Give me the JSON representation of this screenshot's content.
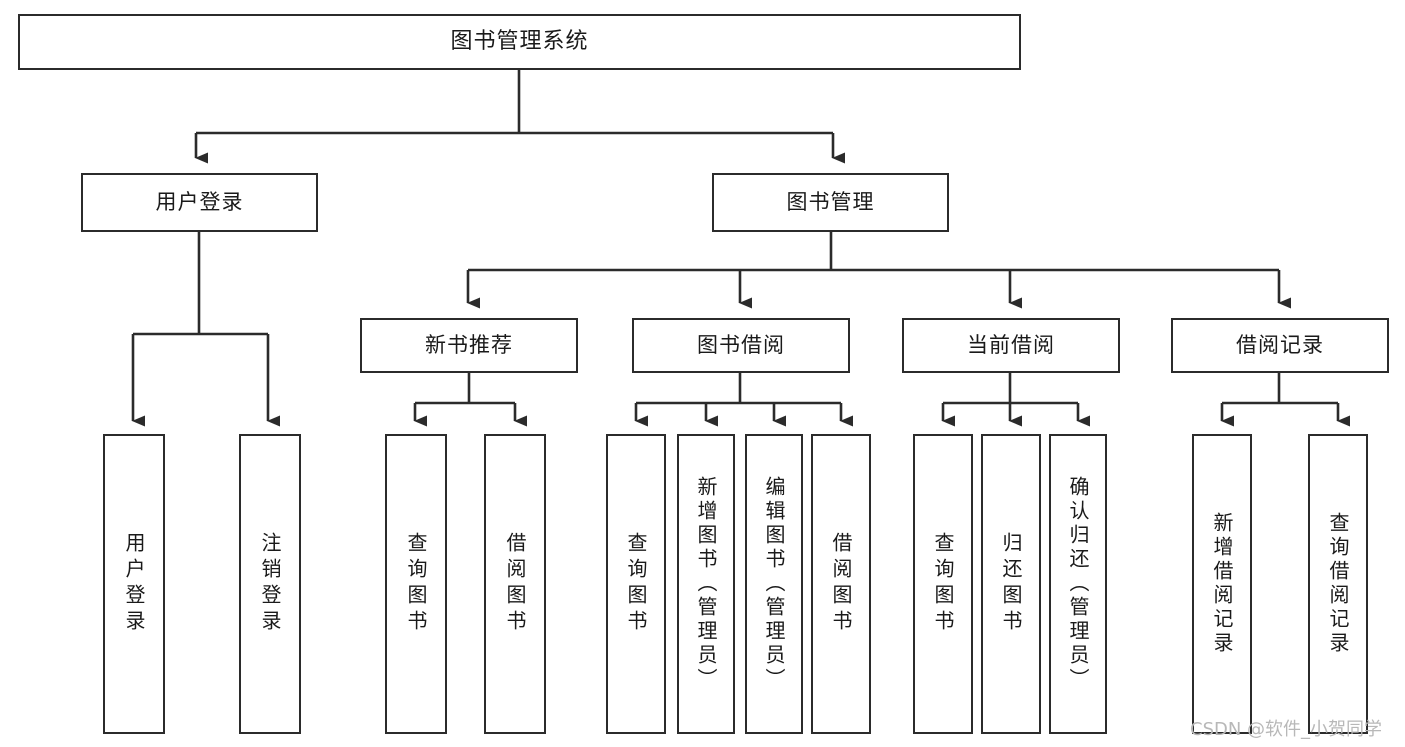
{
  "diagram": {
    "type": "tree-hierarchy",
    "title": "图书管理系统",
    "watermark": "CSDN @软件_小贺同学",
    "colors": {
      "box_border": "#2b2b2b",
      "box_fill": "#ffffff",
      "text": "#1a1a1a",
      "edge": "#2b2b2b",
      "watermark": "#b8b8b8",
      "background": "#ffffff"
    },
    "levels": [
      {
        "level": 0,
        "nodes": [
          "图书管理系统"
        ]
      },
      {
        "level": 1,
        "nodes": [
          "用户登录",
          "图书管理"
        ]
      },
      {
        "level": 2,
        "nodes": [
          "新书推荐",
          "图书借阅",
          "当前借阅",
          "借阅记录"
        ]
      },
      {
        "level": 3,
        "nodes": [
          "用户登录",
          "注销登录",
          "查询图书",
          "借阅图书",
          "查询图书",
          "新增图书（管理员）",
          "编辑图书（管理员）",
          "借阅图书",
          "查询图书",
          "归还图书",
          "确认归还（管理员）",
          "新增借阅记录",
          "查询借阅记录"
        ]
      }
    ],
    "root": {
      "label": "图书管理系统"
    },
    "branches": [
      {
        "label": "用户登录",
        "children": [
          {
            "label": "用户登录"
          },
          {
            "label": "注销登录"
          }
        ]
      },
      {
        "label": "图书管理",
        "groups": [
          {
            "label": "新书推荐",
            "children": [
              {
                "label": "查询图书"
              },
              {
                "label": "借阅图书"
              }
            ]
          },
          {
            "label": "图书借阅",
            "children": [
              {
                "label": "查询图书"
              },
              {
                "label": "新增图书（管理员）"
              },
              {
                "label": "编辑图书（管理员）"
              },
              {
                "label": "借阅图书"
              }
            ]
          },
          {
            "label": "当前借阅",
            "children": [
              {
                "label": "查询图书"
              },
              {
                "label": "归还图书"
              },
              {
                "label": "确认归还（管理员）"
              }
            ]
          },
          {
            "label": "借阅记录",
            "children": [
              {
                "label": "新增借阅记录"
              },
              {
                "label": "查询借阅记录"
              }
            ]
          }
        ]
      }
    ],
    "nodes": {
      "root": "图书管理系统",
      "user_login": "用户登录",
      "book_manage": "图书管理",
      "new_book_rec": "新书推荐",
      "book_borrow": "图书借阅",
      "current_borrow": "当前借阅",
      "borrow_record": "借阅记录",
      "leaf_user_login": "用户登录",
      "leaf_logout": "注销登录",
      "leaf_query_book_1": "查询图书",
      "leaf_borrow_book_1": "借阅图书",
      "leaf_query_book_2": "查询图书",
      "leaf_add_book": "新增图书（管理员）",
      "leaf_edit_book": "编辑图书（管理员）",
      "leaf_borrow_book_2": "借阅图书",
      "leaf_query_book_3": "查询图书",
      "leaf_return_book": "归还图书",
      "leaf_confirm_return": "确认归还（管理员）",
      "leaf_add_record": "新增借阅记录",
      "leaf_query_record": "查询借阅记录"
    }
  }
}
